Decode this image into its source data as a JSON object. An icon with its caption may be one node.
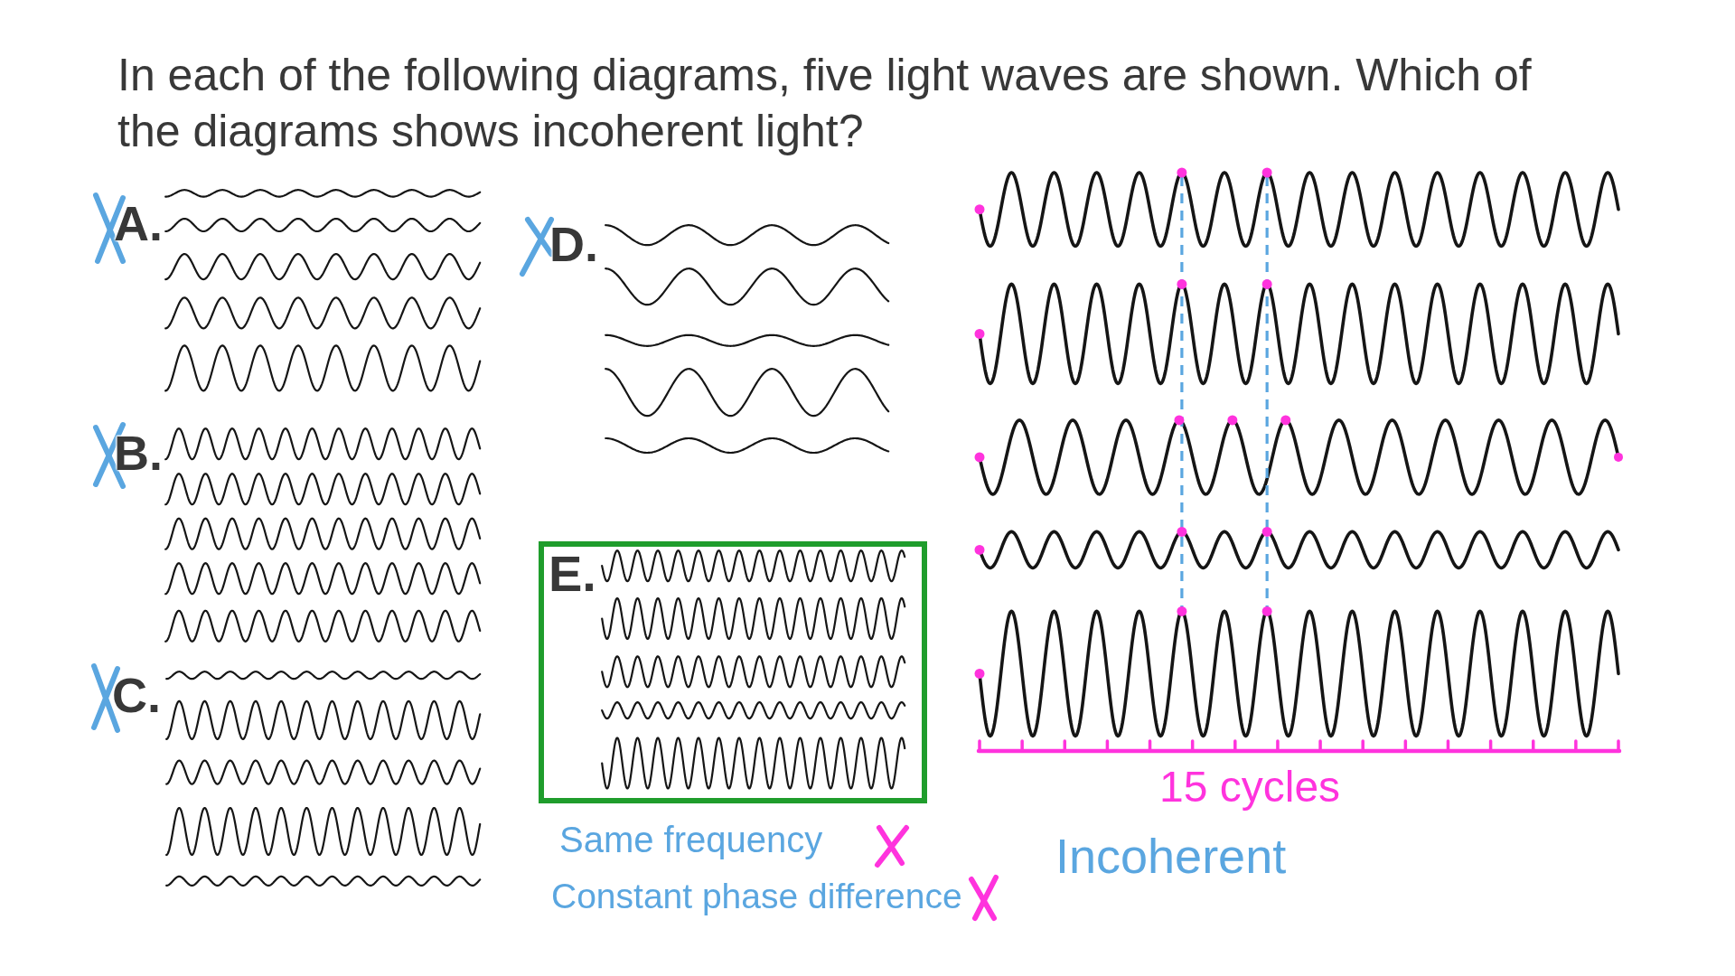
{
  "diagram": {
    "title": "In each of the following diagrams, five light waves are shown. Which of the diagrams shows incoherent light?",
    "nodes": [
      {
        "text": [
          "E."
        ]
      }
    ],
    "labels": [
      "A.",
      "D.",
      "B.",
      "C.",
      "15 cycles",
      "Same frequency",
      "Incoherent",
      "Constant phase difference"
    ]
  }
}
